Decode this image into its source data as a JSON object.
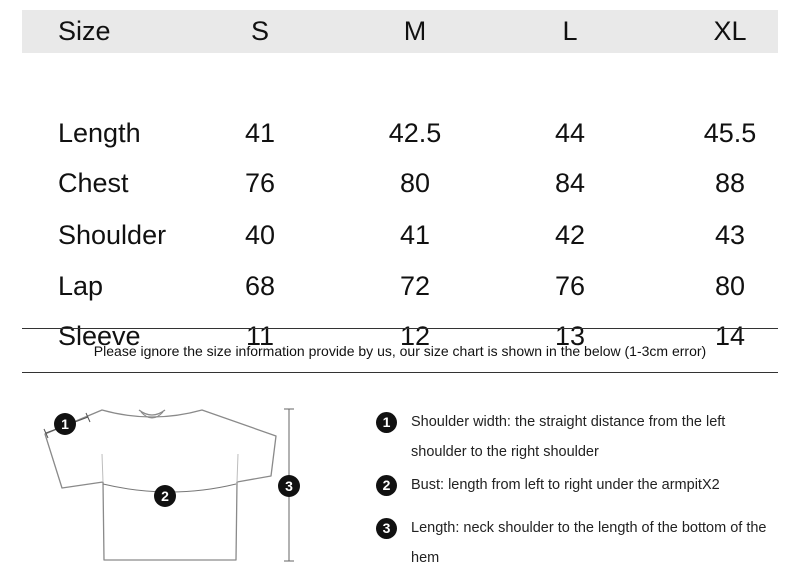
{
  "table": {
    "header": {
      "label": "Size",
      "sizes": [
        "S",
        "M",
        "L",
        "XL"
      ]
    },
    "rows": [
      {
        "label": "Length",
        "values": [
          "41",
          "42.5",
          "44",
          "45.5"
        ]
      },
      {
        "label": "Chest",
        "values": [
          "76",
          "80",
          "84",
          "88"
        ]
      },
      {
        "label": "Shoulder",
        "values": [
          "40",
          "41",
          "42",
          "43"
        ]
      },
      {
        "label": "Lap",
        "values": [
          "68",
          "72",
          "76",
          "80"
        ]
      },
      {
        "label": "Sleeve",
        "values": [
          "11",
          "12",
          "13",
          "14"
        ]
      }
    ]
  },
  "notice": "Please ignore the size information provide by us, our size chart is shown in the below (1-3cm error)",
  "diagram": {
    "markers": [
      "1",
      "2",
      "3"
    ]
  },
  "legend": [
    {
      "num": "1",
      "text": "Shoulder width: the straight distance from the left shoulder to the right shoulder"
    },
    {
      "num": "2",
      "text": "Bust: length from left to right under the armpitX2"
    },
    {
      "num": "3",
      "text": "Length: neck shoulder to the length of the bottom of the hem"
    }
  ],
  "colors": {
    "header_bg": "#e9e9e9",
    "text": "#111111",
    "marker": "#111111"
  }
}
